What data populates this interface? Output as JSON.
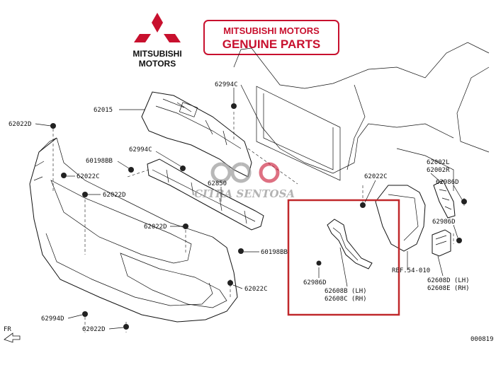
{
  "brand": {
    "logo_line1": "MITSUBISHI",
    "logo_line2": "MOTORS",
    "genuine_line1": "MITSUBISHI  MOTORS",
    "genuine_line2": "GENUINE  PARTS",
    "accent_color": "#c8102e"
  },
  "watermark": {
    "text": "CITRA SENTOSA"
  },
  "highlight": {
    "color": "#c0282b"
  },
  "labels": {
    "l_62022D_top": "62022D",
    "l_62015": "62015",
    "l_62994C_top": "62994C",
    "l_60198BB_left": "60198BB",
    "l_62994C_mid": "62994C",
    "l_62022C_left": "62022C",
    "l_62022D_left": "62022D",
    "l_62850": "62850",
    "l_62022D_center": "62022D",
    "l_60198BB_right": "60198BB",
    "l_62022C_bottom": "62022C",
    "l_62994D_bottom": "62994D",
    "l_62022D_bottom": "62022D",
    "l_62022C_right": "62022C",
    "l_62002L": "62002L",
    "l_62002R": "62002R",
    "l_62986D_right": "62986D",
    "l_62986D_right2": "62986D",
    "l_62986D_box": "62986D",
    "l_62608B": "62608B (LH)",
    "l_62608C": "62608C (RH)",
    "l_ref": "REF.54-010",
    "l_62608D": "62608D (LH)",
    "l_62608E": "62608E (RH)",
    "l_fr": "FR",
    "l_code": "000819"
  }
}
